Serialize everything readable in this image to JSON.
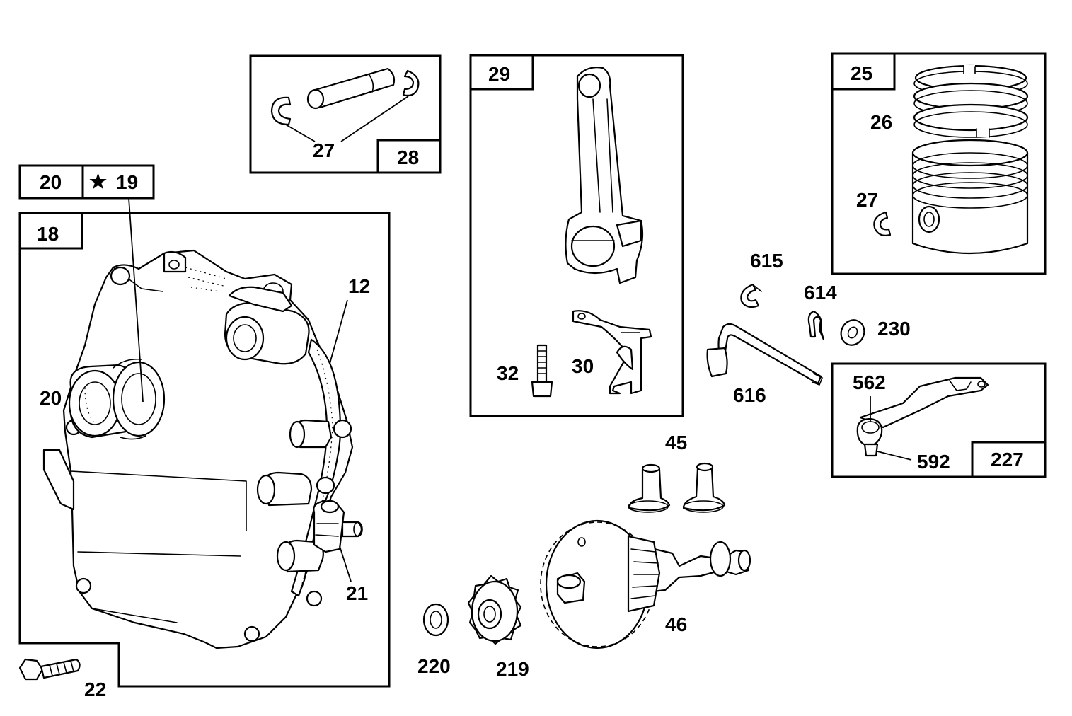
{
  "callouts": {
    "c12": "12",
    "c18": "18",
    "c19": "19",
    "c19_star": "★",
    "c20_tag": "20",
    "c20": "20",
    "c21": "21",
    "c22": "22",
    "c25": "25",
    "c26": "26",
    "c27a": "27",
    "c27b": "27",
    "c28": "28",
    "c29": "29",
    "c30": "30",
    "c32": "32",
    "c45": "45",
    "c46": "46",
    "c219": "219",
    "c220": "220",
    "c227": "227",
    "c230": "230",
    "c562": "562",
    "c592": "592",
    "c614": "614",
    "c615": "615",
    "c616": "616"
  }
}
